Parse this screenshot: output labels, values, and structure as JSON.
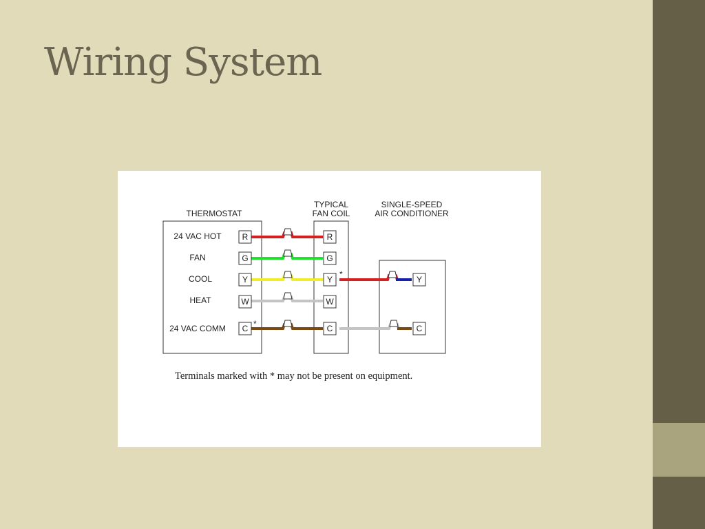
{
  "slide": {
    "title": "Wiring System"
  },
  "theme": {
    "background": "#e1dbb9",
    "sidebar_dark": "#655f47",
    "sidebar_light": "#a9a47e",
    "title_color": "#6a6450"
  },
  "diagram": {
    "headers": {
      "thermostat": "THERMOSTAT",
      "fan_coil_line1": "TYPICAL",
      "fan_coil_line2": "FAN COIL",
      "ac_line1": "SINGLE-SPEED",
      "ac_line2": "AIR CONDITIONER"
    },
    "thermostat_labels": [
      "24 VAC HOT",
      "FAN",
      "COOL",
      "HEAT",
      "24 VAC COMM"
    ],
    "thermostat_terminals": [
      "R",
      "G",
      "Y",
      "W",
      "C"
    ],
    "fan_coil_terminals": [
      "R",
      "G",
      "Y",
      "W",
      "C"
    ],
    "ac_terminals": [
      "Y",
      "C"
    ],
    "asterisk": "*",
    "footnote": "Terminals marked with * may not be present on equipment.",
    "wire_colors": {
      "red": "#d42020",
      "green": "#22e030",
      "yellow": "#f0ee2a",
      "gray": "#c4c4c4",
      "brown": "#7a4a12",
      "blue": "#1620a8"
    }
  }
}
